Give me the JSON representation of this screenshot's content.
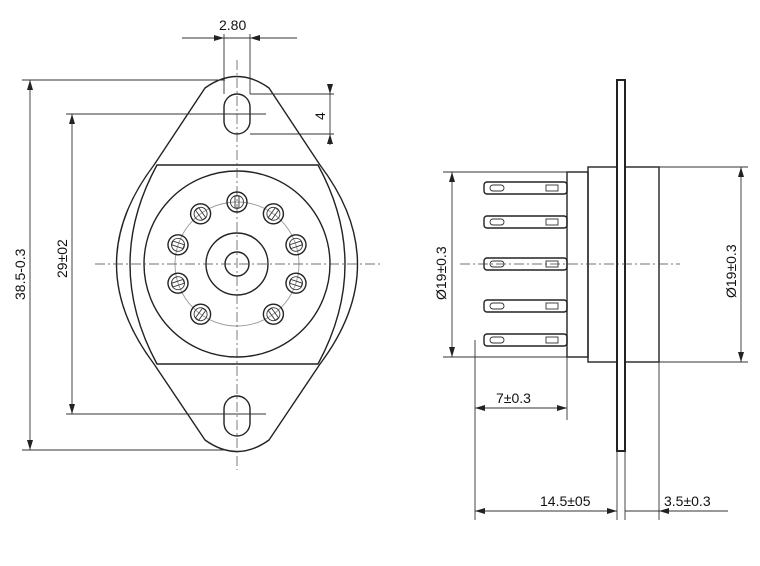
{
  "dimensions": {
    "slot_width": "2.80",
    "slot_height": "4",
    "overall_height": "38.5-0.3",
    "pin_circle_height": "29±02",
    "body_diameter_left": "Ø19±0.3",
    "body_diameter_right": "Ø19±0.3",
    "pin_length": "7±0.3",
    "overall_length": "14.5±05",
    "flange_thickness": "3.5±0.3"
  },
  "colors": {
    "line": "#222222",
    "background": "#ffffff"
  }
}
